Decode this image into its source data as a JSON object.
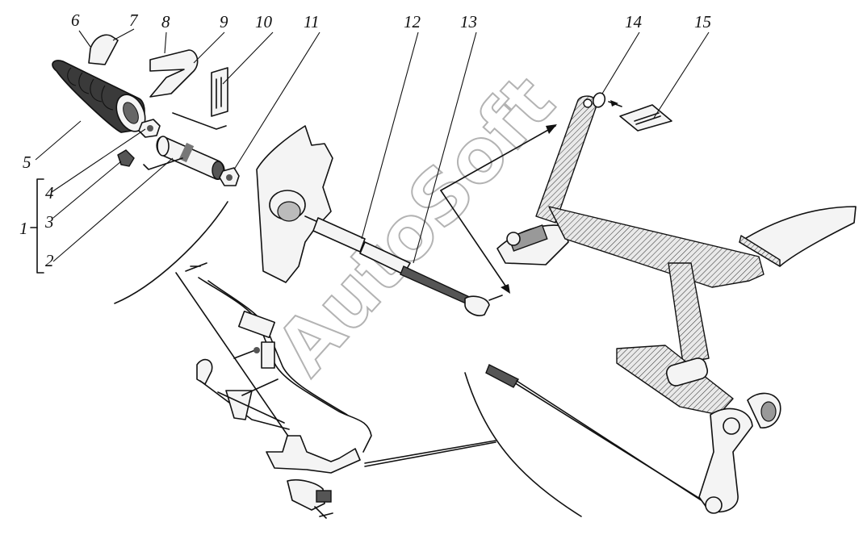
{
  "diagram": {
    "watermark": "AutoSoft",
    "callouts": [
      {
        "id": "1",
        "label": "1"
      },
      {
        "id": "2",
        "label": "2"
      },
      {
        "id": "3",
        "label": "3"
      },
      {
        "id": "4",
        "label": "4"
      },
      {
        "id": "5",
        "label": "5"
      },
      {
        "id": "6",
        "label": "6"
      },
      {
        "id": "7",
        "label": "7"
      },
      {
        "id": "8",
        "label": "8"
      },
      {
        "id": "9",
        "label": "9"
      },
      {
        "id": "10",
        "label": "10"
      },
      {
        "id": "11",
        "label": "11"
      },
      {
        "id": "12",
        "label": "12"
      },
      {
        "id": "13",
        "label": "13"
      },
      {
        "id": "14",
        "label": "14"
      },
      {
        "id": "15",
        "label": "15"
      }
    ]
  }
}
